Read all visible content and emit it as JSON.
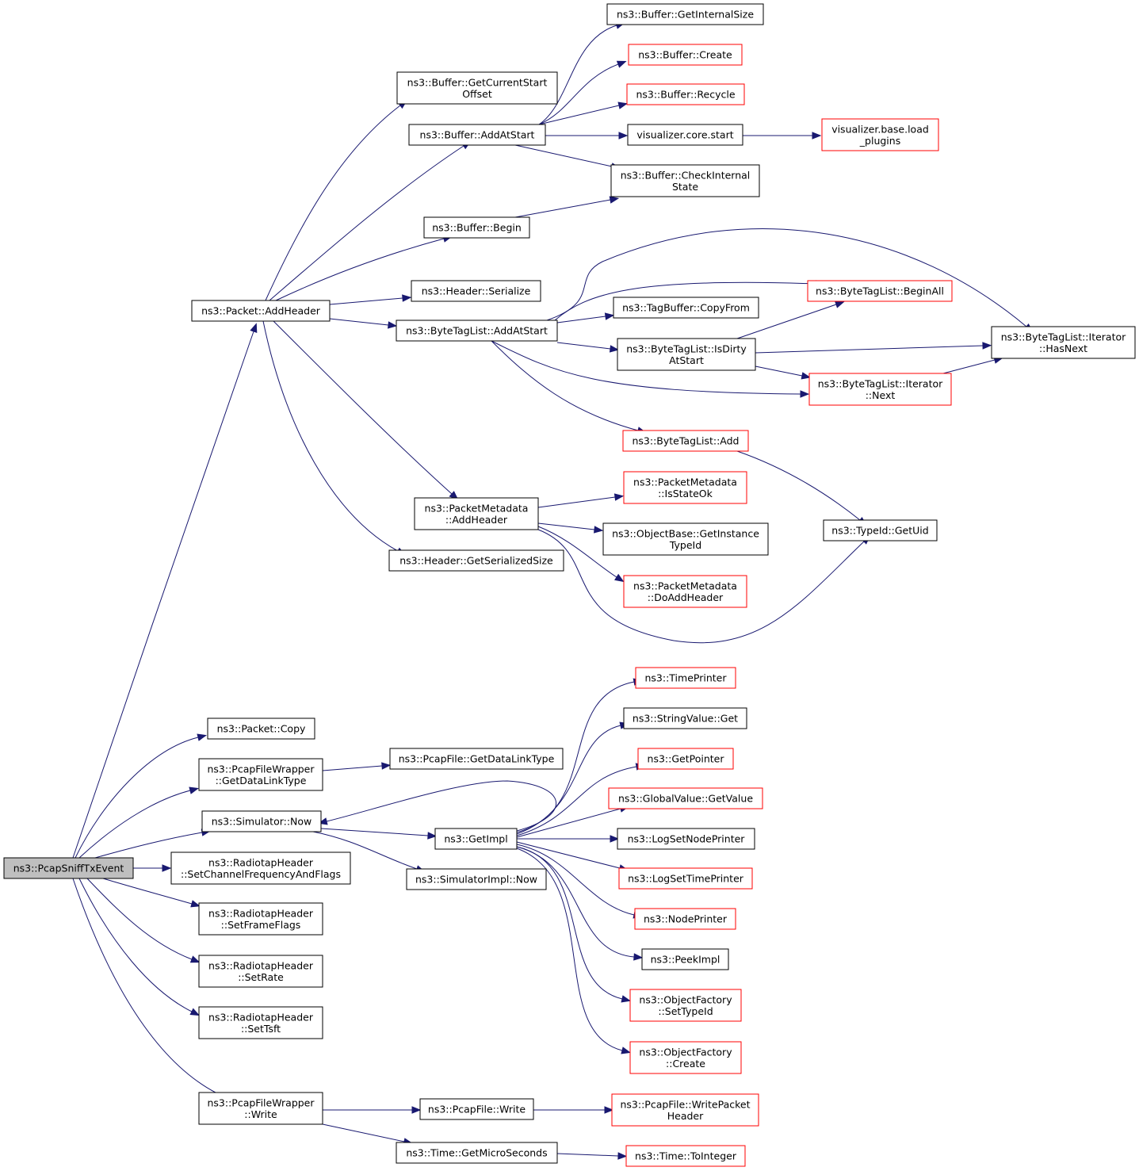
{
  "nodes": [
    {
      "id": "root",
      "lines": [
        "ns3::PcapSniffTxEvent"
      ],
      "style": "root"
    },
    {
      "id": "addheader",
      "lines": [
        "ns3::Packet::AddHeader"
      ],
      "style": "black"
    },
    {
      "id": "copy",
      "lines": [
        "ns3::Packet::Copy"
      ],
      "style": "black"
    },
    {
      "id": "pfw_getdlt",
      "lines": [
        "ns3::PcapFileWrapper",
        "::GetDataLinkType"
      ],
      "style": "black"
    },
    {
      "id": "sim_now",
      "lines": [
        "ns3::Simulator::Now"
      ],
      "style": "black"
    },
    {
      "id": "rt_setchan",
      "lines": [
        "ns3::RadiotapHeader",
        "::SetChannelFrequencyAndFlags"
      ],
      "style": "black"
    },
    {
      "id": "rt_setframe",
      "lines": [
        "ns3::RadiotapHeader",
        "::SetFrameFlags"
      ],
      "style": "black"
    },
    {
      "id": "rt_setrate",
      "lines": [
        "ns3::RadiotapHeader",
        "::SetRate"
      ],
      "style": "black"
    },
    {
      "id": "rt_settsft",
      "lines": [
        "ns3::RadiotapHeader",
        "::SetTsft"
      ],
      "style": "black"
    },
    {
      "id": "pfw_write",
      "lines": [
        "ns3::PcapFileWrapper",
        "::Write"
      ],
      "style": "black"
    },
    {
      "id": "buf_getcso",
      "lines": [
        "ns3::Buffer::GetCurrentStart",
        "Offset"
      ],
      "style": "black"
    },
    {
      "id": "buf_addatstart",
      "lines": [
        "ns3::Buffer::AddAtStart"
      ],
      "style": "black"
    },
    {
      "id": "buf_begin",
      "lines": [
        "ns3::Buffer::Begin"
      ],
      "style": "black"
    },
    {
      "id": "hdr_serialize",
      "lines": [
        "ns3::Header::Serialize"
      ],
      "style": "black"
    },
    {
      "id": "btl_addatstart",
      "lines": [
        "ns3::ByteTagList::AddAtStart"
      ],
      "style": "black"
    },
    {
      "id": "pm_addheader",
      "lines": [
        "ns3::PacketMetadata",
        "::AddHeader"
      ],
      "style": "black"
    },
    {
      "id": "hdr_getss",
      "lines": [
        "ns3::Header::GetSerializedSize"
      ],
      "style": "black"
    },
    {
      "id": "buf_getis",
      "lines": [
        "ns3::Buffer::GetInternalSize"
      ],
      "style": "black"
    },
    {
      "id": "buf_create",
      "lines": [
        "ns3::Buffer::Create"
      ],
      "style": "red"
    },
    {
      "id": "buf_recycle",
      "lines": [
        "ns3::Buffer::Recycle"
      ],
      "style": "red"
    },
    {
      "id": "viz_start",
      "lines": [
        "visualizer.core.start"
      ],
      "style": "black"
    },
    {
      "id": "viz_load",
      "lines": [
        "visualizer.base.load",
        "_plugins"
      ],
      "style": "red"
    },
    {
      "id": "buf_check",
      "lines": [
        "ns3::Buffer::CheckInternal",
        "State"
      ],
      "style": "black"
    },
    {
      "id": "btl_beginall",
      "lines": [
        "ns3::ByteTagList::BeginAll"
      ],
      "style": "red"
    },
    {
      "id": "tb_copyfrom",
      "lines": [
        "ns3::TagBuffer::CopyFrom"
      ],
      "style": "black"
    },
    {
      "id": "btl_isdirty",
      "lines": [
        "ns3::ByteTagList::IsDirty",
        "AtStart"
      ],
      "style": "black"
    },
    {
      "id": "btl_it_hasnext",
      "lines": [
        "ns3::ByteTagList::Iterator",
        "::HasNext"
      ],
      "style": "black"
    },
    {
      "id": "btl_it_next",
      "lines": [
        "ns3::ByteTagList::Iterator",
        "::Next"
      ],
      "style": "red"
    },
    {
      "id": "btl_add",
      "lines": [
        "ns3::ByteTagList::Add"
      ],
      "style": "red"
    },
    {
      "id": "pm_isstateok",
      "lines": [
        "ns3::PacketMetadata",
        "::IsStateOk"
      ],
      "style": "red"
    },
    {
      "id": "ob_getitid",
      "lines": [
        "ns3::ObjectBase::GetInstance",
        "TypeId"
      ],
      "style": "black"
    },
    {
      "id": "pm_doadd",
      "lines": [
        "ns3::PacketMetadata",
        "::DoAddHeader"
      ],
      "style": "red"
    },
    {
      "id": "typeid_getuid",
      "lines": [
        "ns3::TypeId::GetUid"
      ],
      "style": "black"
    },
    {
      "id": "pf_getdlt",
      "lines": [
        "ns3::PcapFile::GetDataLinkType"
      ],
      "style": "black"
    },
    {
      "id": "getimpl",
      "lines": [
        "ns3::GetImpl"
      ],
      "style": "black"
    },
    {
      "id": "simimpl_now",
      "lines": [
        "ns3::SimulatorImpl::Now"
      ],
      "style": "black"
    },
    {
      "id": "timeprinter",
      "lines": [
        "ns3::TimePrinter"
      ],
      "style": "red"
    },
    {
      "id": "sv_get",
      "lines": [
        "ns3::StringValue::Get"
      ],
      "style": "black"
    },
    {
      "id": "getpointer",
      "lines": [
        "ns3::GetPointer"
      ],
      "style": "red"
    },
    {
      "id": "gv_getvalue",
      "lines": [
        "ns3::GlobalValue::GetValue"
      ],
      "style": "red"
    },
    {
      "id": "logsetnode",
      "lines": [
        "ns3::LogSetNodePrinter"
      ],
      "style": "black"
    },
    {
      "id": "logsettime",
      "lines": [
        "ns3::LogSetTimePrinter"
      ],
      "style": "red"
    },
    {
      "id": "nodeprinter",
      "lines": [
        "ns3::NodePrinter"
      ],
      "style": "red"
    },
    {
      "id": "peekimpl",
      "lines": [
        "ns3::PeekImpl"
      ],
      "style": "black"
    },
    {
      "id": "of_settypeid",
      "lines": [
        "ns3::ObjectFactory",
        "::SetTypeId"
      ],
      "style": "red"
    },
    {
      "id": "of_create",
      "lines": [
        "ns3::ObjectFactory",
        "::Create"
      ],
      "style": "red"
    },
    {
      "id": "pf_write",
      "lines": [
        "ns3::PcapFile::Write"
      ],
      "style": "black"
    },
    {
      "id": "time_getms",
      "lines": [
        "ns3::Time::GetMicroSeconds"
      ],
      "style": "black"
    },
    {
      "id": "pf_writeph",
      "lines": [
        "ns3::PcapFile::WritePacket",
        "Header"
      ],
      "style": "red"
    },
    {
      "id": "time_toint",
      "lines": [
        "ns3::Time::ToInteger"
      ],
      "style": "red"
    }
  ],
  "edges": [
    [
      "root",
      "addheader"
    ],
    [
      "root",
      "copy"
    ],
    [
      "root",
      "pfw_getdlt"
    ],
    [
      "root",
      "sim_now"
    ],
    [
      "root",
      "rt_setchan"
    ],
    [
      "root",
      "rt_setframe"
    ],
    [
      "root",
      "rt_setrate"
    ],
    [
      "root",
      "rt_settsft"
    ],
    [
      "root",
      "pfw_write"
    ],
    [
      "addheader",
      "buf_getcso"
    ],
    [
      "addheader",
      "buf_addatstart"
    ],
    [
      "addheader",
      "buf_begin"
    ],
    [
      "addheader",
      "hdr_serialize"
    ],
    [
      "addheader",
      "btl_addatstart"
    ],
    [
      "addheader",
      "pm_addheader"
    ],
    [
      "addheader",
      "hdr_getss"
    ],
    [
      "buf_addatstart",
      "buf_getis"
    ],
    [
      "buf_addatstart",
      "buf_create"
    ],
    [
      "buf_addatstart",
      "buf_recycle"
    ],
    [
      "buf_addatstart",
      "viz_start"
    ],
    [
      "buf_addatstart",
      "buf_check"
    ],
    [
      "viz_start",
      "viz_load"
    ],
    [
      "buf_begin",
      "buf_check"
    ],
    [
      "btl_addatstart",
      "btl_beginall"
    ],
    [
      "btl_addatstart",
      "tb_copyfrom"
    ],
    [
      "btl_addatstart",
      "btl_isdirty"
    ],
    [
      "btl_addatstart",
      "btl_it_hasnext"
    ],
    [
      "btl_addatstart",
      "btl_it_next"
    ],
    [
      "btl_addatstart",
      "btl_add"
    ],
    [
      "btl_isdirty",
      "btl_beginall"
    ],
    [
      "btl_isdirty",
      "btl_it_hasnext"
    ],
    [
      "btl_isdirty",
      "btl_it_next"
    ],
    [
      "btl_it_next",
      "btl_it_hasnext"
    ],
    [
      "btl_add",
      "typeid_getuid"
    ],
    [
      "pm_addheader",
      "pm_isstateok"
    ],
    [
      "pm_addheader",
      "ob_getitid"
    ],
    [
      "pm_addheader",
      "pm_doadd"
    ],
    [
      "pm_addheader",
      "typeid_getuid"
    ],
    [
      "pfw_getdlt",
      "pf_getdlt"
    ],
    [
      "sim_now",
      "getimpl"
    ],
    [
      "sim_now",
      "simimpl_now"
    ],
    [
      "getimpl",
      "sim_now"
    ],
    [
      "getimpl",
      "timeprinter"
    ],
    [
      "getimpl",
      "sv_get"
    ],
    [
      "getimpl",
      "getpointer"
    ],
    [
      "getimpl",
      "gv_getvalue"
    ],
    [
      "getimpl",
      "logsetnode"
    ],
    [
      "getimpl",
      "logsettime"
    ],
    [
      "getimpl",
      "nodeprinter"
    ],
    [
      "getimpl",
      "peekimpl"
    ],
    [
      "getimpl",
      "of_settypeid"
    ],
    [
      "getimpl",
      "of_create"
    ],
    [
      "pfw_write",
      "pf_write"
    ],
    [
      "pfw_write",
      "time_getms"
    ],
    [
      "pf_write",
      "pf_writeph"
    ],
    [
      "time_getms",
      "time_toint"
    ]
  ]
}
